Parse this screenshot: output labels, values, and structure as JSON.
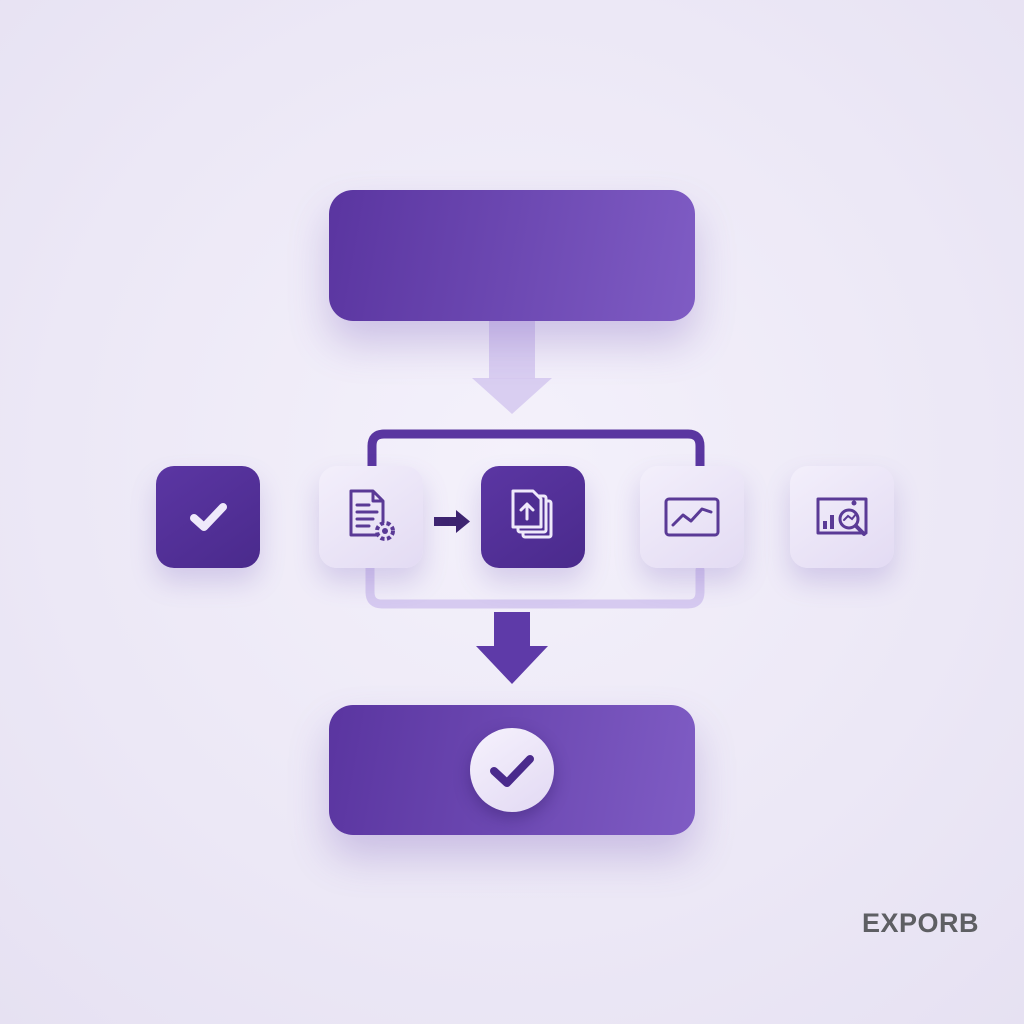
{
  "logo": {
    "text": "EXPORB"
  },
  "colors": {
    "background": "#ece8f6",
    "primary_dark": "#4a2a8c",
    "primary": "#6a45b4",
    "light_tile": "#ebe4f7",
    "connector_light": "#d6caf0",
    "logo_gray": "#5e5f63"
  },
  "nodes": [
    {
      "id": "top-bar",
      "kind": "bar"
    },
    {
      "id": "tile-check",
      "icon": "check-icon",
      "style": "dark"
    },
    {
      "id": "tile-doc",
      "icon": "document-settings-icon",
      "style": "light"
    },
    {
      "id": "tile-upload",
      "icon": "stacked-upload-icon",
      "style": "dark"
    },
    {
      "id": "tile-chart",
      "icon": "line-chart-icon",
      "style": "light"
    },
    {
      "id": "tile-search",
      "icon": "chart-search-icon",
      "style": "light"
    },
    {
      "id": "bottom-bar",
      "kind": "bar",
      "icon": "check-circle-icon"
    }
  ],
  "edges": [
    {
      "from": "top-bar",
      "to": "process-group",
      "style": "light-arrow"
    },
    {
      "from": "tile-doc",
      "to": "tile-upload",
      "style": "small-arrow"
    },
    {
      "from": "process-group",
      "to": "bottom-bar",
      "style": "dark-arrow"
    }
  ]
}
